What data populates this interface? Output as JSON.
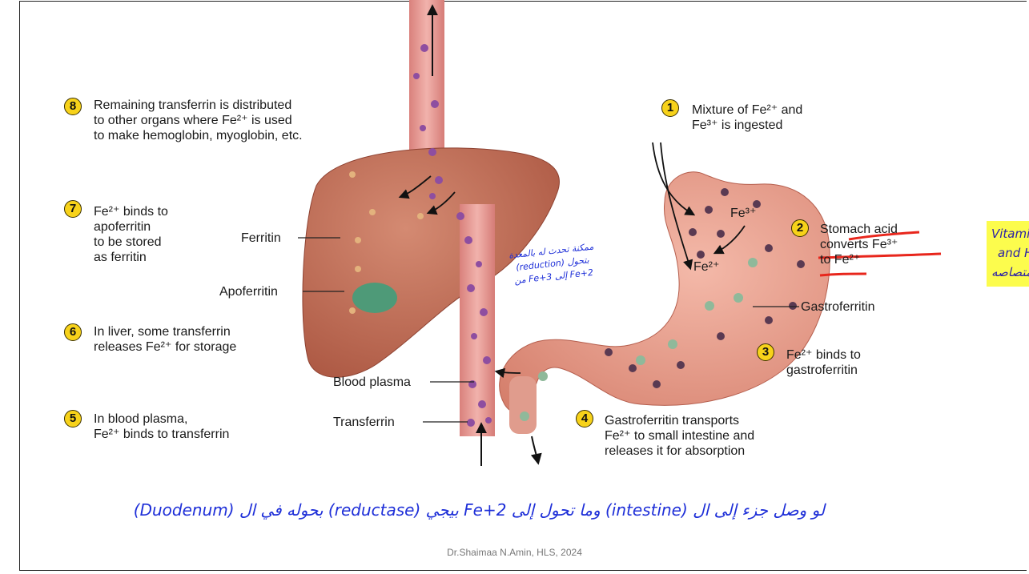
{
  "steps": [
    {
      "n": "1",
      "lines": [
        "Mixture of Fe²⁺ and",
        "Fe³⁺ is ingested"
      ]
    },
    {
      "n": "2",
      "lines": [
        "Stomach acid",
        "converts Fe³⁺",
        "to Fe²⁺"
      ]
    },
    {
      "n": "3",
      "lines": [
        "Fe²⁺ binds to",
        "gastroferritin"
      ]
    },
    {
      "n": "4",
      "lines": [
        "Gastroferritin transports",
        "Fe²⁺ to small intestine and",
        "releases it for absorption"
      ]
    },
    {
      "n": "5",
      "lines": [
        "In blood plasma,",
        "Fe²⁺ binds to transferrin"
      ]
    },
    {
      "n": "6",
      "lines": [
        "In liver, some transferrin",
        "releases Fe²⁺ for storage"
      ]
    },
    {
      "n": "7",
      "lines": [
        "Fe²⁺ binds to",
        "apoferritin",
        "to be stored",
        "as ferritin"
      ]
    },
    {
      "n": "8",
      "lines": [
        "Remaining transferrin is distributed",
        "to other organs where Fe²⁺ is used",
        "to make hemoglobin, myoglobin, etc."
      ]
    }
  ],
  "labels": {
    "ferritin": "Ferritin",
    "apoferritin": "Apoferritin",
    "gastroferritin": "Gastroferritin",
    "blood_plasma": "Blood plasma",
    "transferrin": "Transferrin",
    "fe3_in_stomach": "Fe³⁺",
    "fe2_in_stomach": "Fe²⁺"
  },
  "annotations": {
    "arabic_note_lines": [
      "ممكنة تحدث له بالمعدة",
      "(reduction) بتحول",
      "من Fe+3 إلى Fe+2"
    ],
    "yellow_note_lines": [
      "Vitamin",
      "and H",
      "امتصاصه"
    ],
    "bottom_note": "لو وصل جزء إلى ال (intestine) وما تحول إلى Fe+2 بيجي (reductase) بحوله في ال (Duodenum)"
  },
  "colors": {
    "organ": "#c4735f",
    "vessel": "#e49a95",
    "particle": "#8e4ea0",
    "gastro_particle": "#8fb99a",
    "gallbladder": "#4e9a78",
    "step_badge": "#f7d21a",
    "annotation_blue": "#1e2fd8",
    "annotation_red": "#e8261c",
    "highlight": "#fcfc4d"
  },
  "footer": "Dr.Shaimaa N.Amin, HLS, 2024"
}
